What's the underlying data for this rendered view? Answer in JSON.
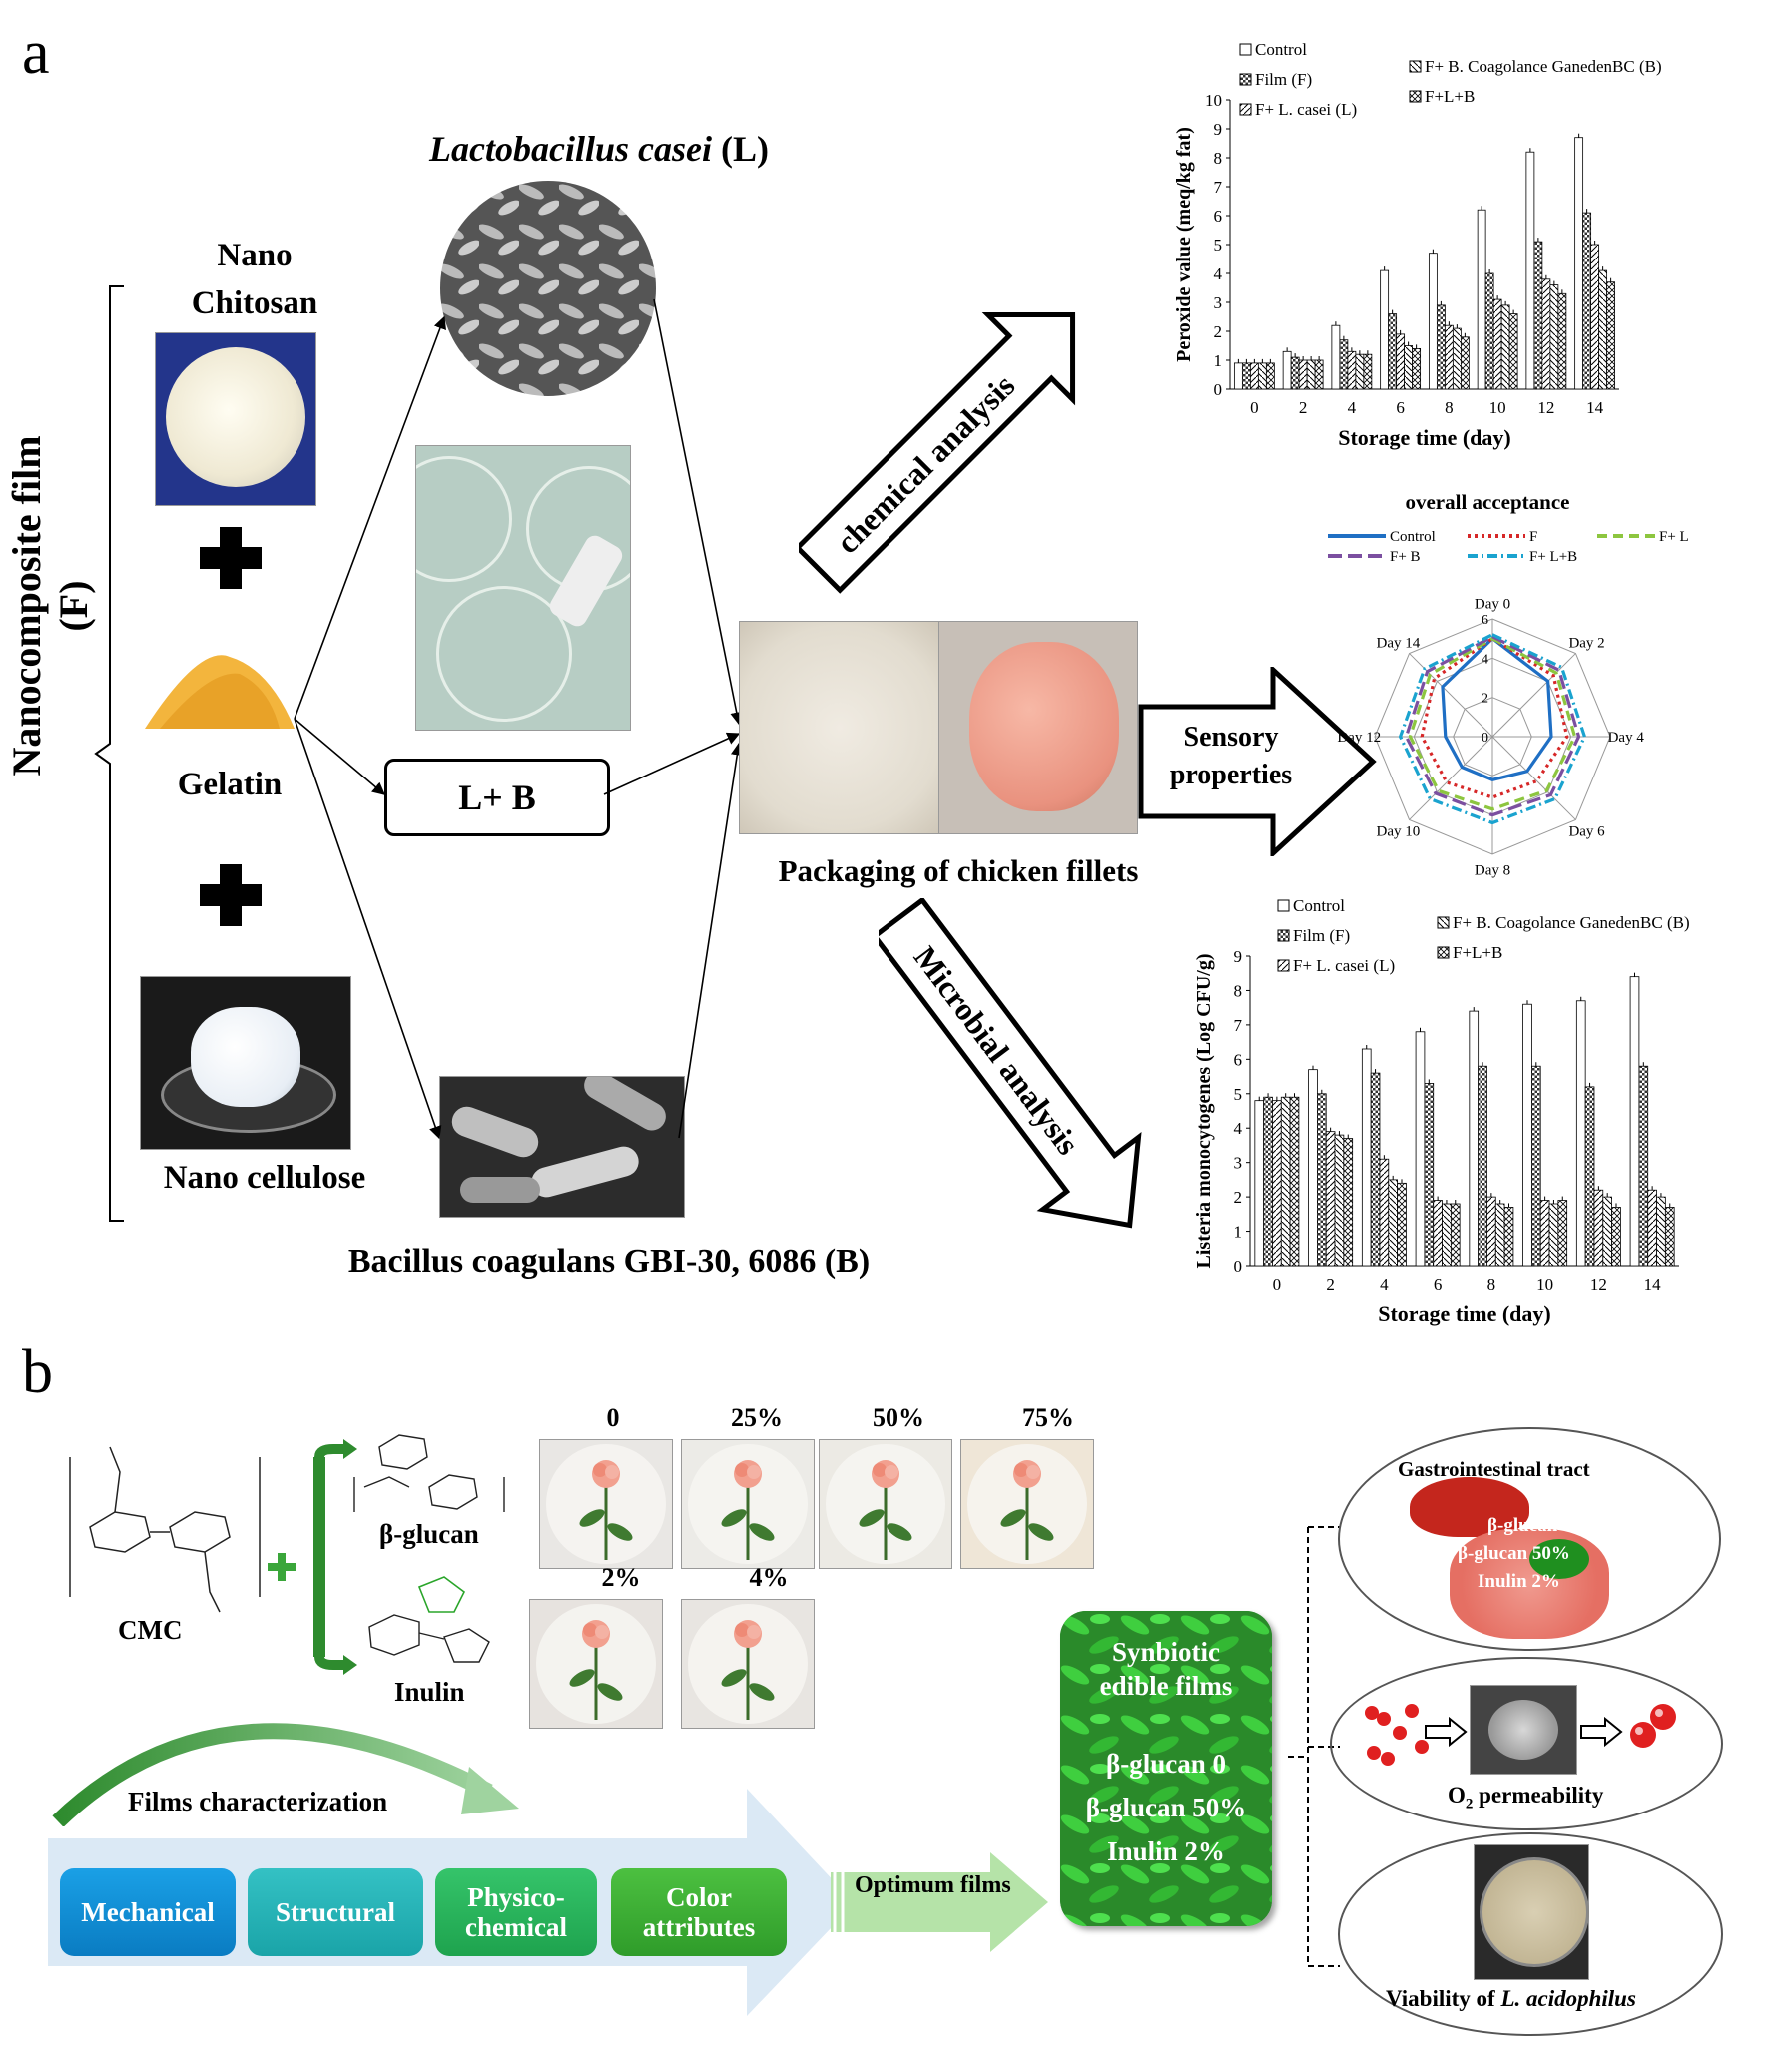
{
  "panel_a": {
    "letter": "a",
    "film_label": "Nanocomposite film (F)",
    "nano_chitosan": "Nano\nChitosan",
    "gelatin": "Gelatin",
    "nano_cellulose": "Nano cellulose",
    "lactobacillus": "Lactobacillus casei",
    "lactobacillus_code": "(L)",
    "lb_label": "L+ B",
    "bacillus": "Bacillus coagulans GBI-30, 6086 (B)",
    "packaging": "Packaging of chicken fillets",
    "chemical_arrow": "chemical analysis",
    "microbial_arrow": "Microbial analysis",
    "sensory_arrow": "Sensory\nproperties"
  },
  "panel_b": {
    "letter": "b",
    "cmc": "CMC",
    "beta_glucan": "β-glucan",
    "inulin": "Inulin",
    "rose_labels": [
      "0",
      "25%",
      "50%",
      "75%",
      "2%",
      "4%"
    ],
    "films_characterization": "Films characterization",
    "pills": [
      "Mechanical",
      "Structural",
      "Physico-\nchemical",
      "Color\nattributes"
    ],
    "optimum": "Optimum films",
    "synbiotic_title": "Synbiotic\nedible films",
    "synbiotic_items": [
      "β-glucan 0",
      "β-glucan 50%",
      "Inulin 2%"
    ],
    "gi_title": "Gastrointestinal tract",
    "gi_items": [
      "β-glucan 0",
      "β-glucan 50%",
      "Inulin 2%"
    ],
    "o2_label": "O",
    "o2_sub": "2",
    "o2_rest": " permeability",
    "viability_prefix": "Viability of ",
    "viability_species": "L. acidophilus"
  },
  "chart_data": [
    {
      "type": "bar",
      "ylabel": "Peroxide value (meq/kg fat)",
      "xlabel": "Storage time (day)",
      "categories": [
        "0",
        "2",
        "4",
        "6",
        "8",
        "10",
        "12",
        "14"
      ],
      "ylim": [
        0,
        10
      ],
      "yticks": [
        "0",
        "1",
        "2",
        "3",
        "4",
        "5",
        "6",
        "7",
        "8",
        "9",
        "10"
      ],
      "legend": "top",
      "series": [
        {
          "name": "Control",
          "values": [
            0.9,
            1.3,
            2.2,
            4.1,
            4.7,
            6.2,
            8.2,
            8.7
          ]
        },
        {
          "name": "Film (F)",
          "values": [
            0.9,
            1.1,
            1.7,
            2.6,
            2.9,
            4.0,
            5.1,
            6.1
          ]
        },
        {
          "name": "F+ L. casei (L)",
          "values": [
            0.9,
            1.0,
            1.3,
            1.9,
            2.2,
            3.1,
            3.8,
            5.0
          ]
        },
        {
          "name": "F+ B. Coagolance GanedenBC (B)",
          "values": [
            0.9,
            1.0,
            1.2,
            1.5,
            2.1,
            2.9,
            3.6,
            4.1
          ]
        },
        {
          "name": "F+L+B",
          "values": [
            0.9,
            1.0,
            1.2,
            1.4,
            1.8,
            2.6,
            3.3,
            3.7
          ]
        }
      ]
    },
    {
      "type": "radar",
      "title": "overall acceptance",
      "categories": [
        "Day 0",
        "Day 2",
        "Day 4",
        "Day 6",
        "Day 8",
        "Day 10",
        "Day 12",
        "Day 14"
      ],
      "rlim": [
        0,
        6
      ],
      "rticks": [
        "0",
        "2",
        "4",
        "6"
      ],
      "legend": "top",
      "series": [
        {
          "name": "Control",
          "color": "#1f6fc4",
          "values": [
            5.0,
            4.0,
            3.0,
            2.5,
            2.2,
            2.2,
            2.4,
            3.6
          ]
        },
        {
          "name": "F",
          "color": "#d62728",
          "values": [
            5.0,
            4.4,
            3.8,
            3.2,
            3.1,
            3.3,
            3.6,
            4.2
          ]
        },
        {
          "name": "F+ L",
          "color": "#8dc63f",
          "values": [
            5.0,
            4.6,
            4.2,
            3.9,
            3.7,
            3.9,
            4.2,
            4.5
          ]
        },
        {
          "name": "F+ B",
          "color": "#7b4fa0",
          "values": [
            5.1,
            4.8,
            4.4,
            4.2,
            4.0,
            4.1,
            4.4,
            4.7
          ]
        },
        {
          "name": "F+ L+B",
          "color": "#1aa3cf",
          "values": [
            5.2,
            5.0,
            4.7,
            4.5,
            4.4,
            4.5,
            4.7,
            4.9
          ]
        }
      ]
    },
    {
      "type": "bar",
      "ylabel": "Listeria monocytogenes (Log CFU/g)",
      "xlabel": "Storage time (day)",
      "categories": [
        "0",
        "2",
        "4",
        "6",
        "8",
        "10",
        "12",
        "14"
      ],
      "ylim": [
        0,
        9
      ],
      "yticks": [
        "0",
        "1",
        "2",
        "3",
        "4",
        "5",
        "6",
        "7",
        "8",
        "9"
      ],
      "legend": "top",
      "series": [
        {
          "name": "Control",
          "values": [
            4.8,
            5.7,
            6.3,
            6.8,
            7.4,
            7.6,
            7.7,
            8.4
          ]
        },
        {
          "name": "Film (F)",
          "values": [
            4.9,
            5.0,
            5.6,
            5.3,
            5.8,
            5.8,
            5.2,
            5.8
          ]
        },
        {
          "name": "F+ L. casei (L)",
          "values": [
            4.8,
            3.9,
            3.1,
            1.9,
            2.0,
            1.9,
            2.2,
            2.2
          ]
        },
        {
          "name": "F+ B. Coagolance GanedenBC (B)",
          "values": [
            4.9,
            3.8,
            2.5,
            1.8,
            1.8,
            1.8,
            2.0,
            2.0
          ]
        },
        {
          "name": "F+L+B",
          "values": [
            4.9,
            3.7,
            2.4,
            1.8,
            1.7,
            1.9,
            1.7,
            1.7
          ]
        }
      ]
    }
  ]
}
